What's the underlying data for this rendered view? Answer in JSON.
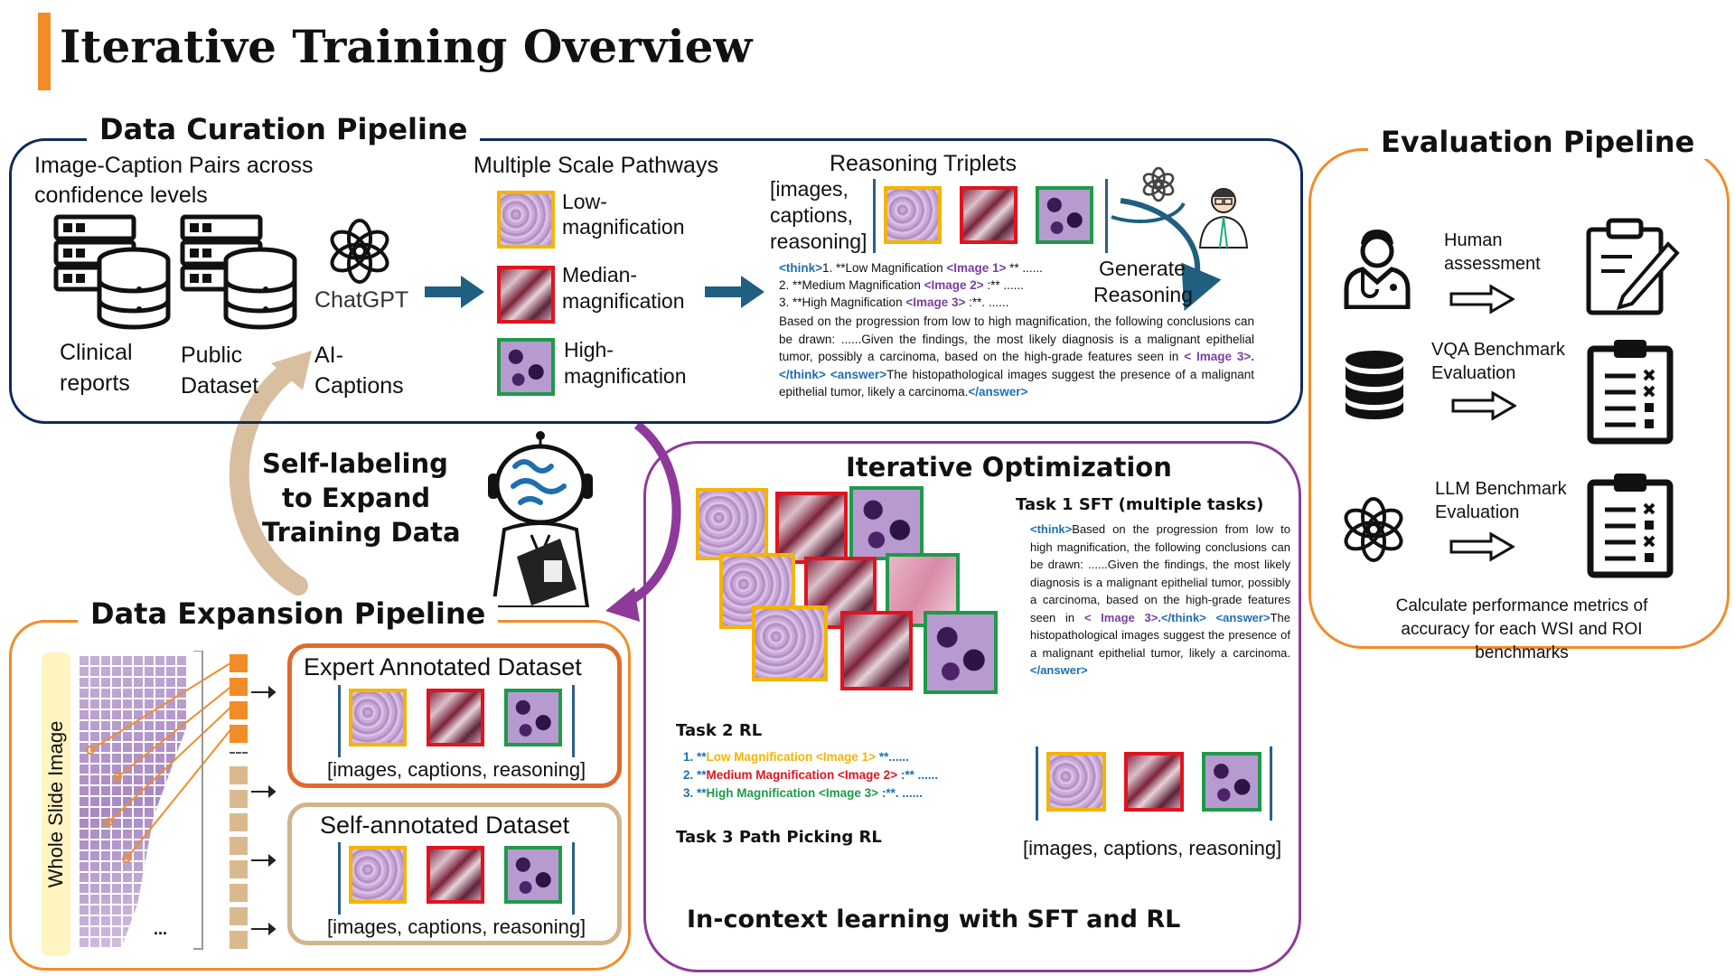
{
  "title": "Iterative Training Overview",
  "colors": {
    "accent_orange": "#f28c28",
    "navy": "#0f2b5c",
    "purple": "#8e3a9a",
    "tan": "#d2b48c",
    "arrow_teal": "#1f5f7f",
    "blue_label": "#1f6fb0",
    "purple_label": "#7b3fa0"
  },
  "curation": {
    "title": "Data Curation Pipeline",
    "pairs_heading_l1": "Image-Caption Pairs across",
    "pairs_heading_l2": "confidence levels",
    "clinical_l1": "Clinical",
    "clinical_l2": "reports",
    "public_l1": "Public",
    "public_l2": "Dataset",
    "chatgpt": "ChatGPT",
    "ai_l1": "AI-",
    "ai_l2": "Captions",
    "scale_heading": "Multiple Scale Pathways",
    "low_l1": "Low-",
    "low_l2": "magnification",
    "med_l1": "Median-",
    "med_l2": "magnification",
    "high_l1": "High-",
    "high_l2": "magnification",
    "triplets_heading": "Reasoning Triplets",
    "triplets_l1": "[images,",
    "triplets_l2": "captions,",
    "triplets_l3": "reasoning]",
    "generate_l1": "Generate",
    "generate_l2": "Reasoning",
    "think_open": "<think>",
    "line1": "1. **Low Magnification ",
    "img1": "<Image 1>",
    "line1_end": " ** ......",
    "line2": "2. **Medium Magnification ",
    "img2": "<Image 2>",
    "line2_end": " :** ......",
    "line3": "3. **High Magnification ",
    "img3": "<Image 3>",
    "line3_end": " :**. ......",
    "para_text": "Based on the progression from low to high magnification, the following conclusions can be drawn: ......Given the findings, the most likely diagnosis is a malignant epithelial tumor, possibly a carcinoma, based on the high-grade features seen in ",
    "para_img": "< Image 3>",
    "para_think_close": ".</think>",
    "answer_open": " <answer>",
    "para_answer": "The histopathological images suggest the presence of a malignant epithelial tumor, likely a carcinoma.",
    "answer_close": "</answer>"
  },
  "self_label": {
    "l1": "Self-labeling",
    "l2": "to Expand",
    "l3": "Training Data"
  },
  "expansion": {
    "title": "Data Expansion Pipeline",
    "wsi_label": "Whole Slide Image",
    "ellipsis": "...",
    "expert_title": "Expert Annotated Dataset",
    "expert_caption": "[images, captions, reasoning]",
    "self_title": "Self-annotated Dataset",
    "self_caption": "[images, captions, reasoning]"
  },
  "optimization": {
    "title": "Iterative Optimization",
    "task1": "Task 1 SFT (multiple tasks)",
    "task1_think": "<think>",
    "task1_text": "Based on the progression from low to high magnification, the following conclusions can be drawn: ......Given the findings, the most likely diagnosis is a malignant epithelial tumor, possibly a carcinoma, based on the high-grade features seen in ",
    "task1_img": "< Image 3>",
    "task1_think_close": ".</think>",
    "task1_answer_open": "<answer>",
    "task1_answer": "The histopathological images suggest the presence of a malignant epithelial tumor, likely a carcinoma.",
    "task1_answer_close": "</answer>",
    "task2": "Task 2 RL",
    "rl1_pre": "1. **",
    "rl1_mid": "Low Magnification <Image 1>",
    "rl1_end": " **......",
    "rl2_pre": "2. **",
    "rl2_mid": "Medium Magnification <Image 2>",
    "rl2_end": " :** ......",
    "rl3_pre": "3. **",
    "rl3_mid": "High Magnification <Image 3>",
    "rl3_end": " :**. ......",
    "task3": "Task 3 Path Picking RL",
    "triplet_caption": "[images, captions, reasoning]",
    "footer": "In-context learning with SFT and RL"
  },
  "evaluation": {
    "title": "Evaluation Pipeline",
    "human_l1": "Human",
    "human_l2": "assessment",
    "vqa_l1": "VQA Benchmark",
    "vqa_l2": "Evaluation",
    "llm_l1": "LLM Benchmark",
    "llm_l2": "Evaluation",
    "metrics_l1": "Calculate performance metrics of",
    "metrics_l2": "accuracy for each WSI and ROI",
    "metrics_l3": "benchmarks"
  }
}
